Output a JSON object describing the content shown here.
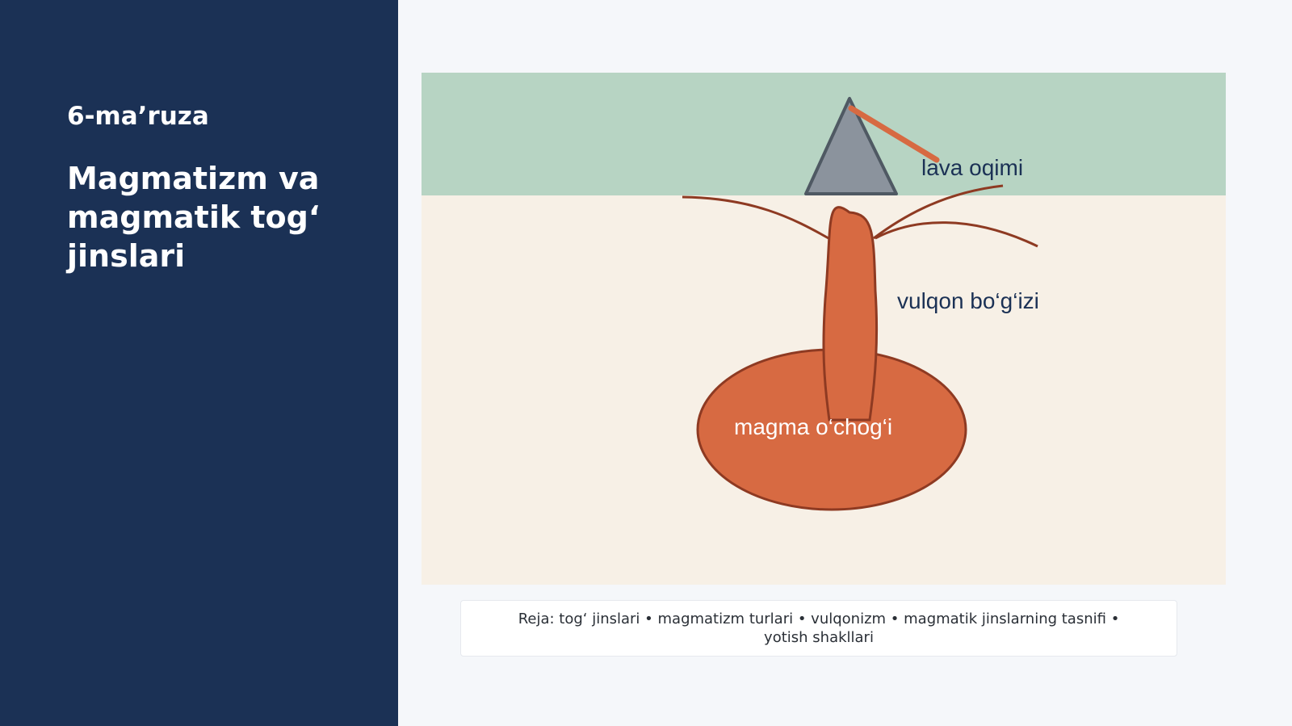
{
  "sidebar": {
    "lecture_number": "6-ma’ruza",
    "title": "Magmatizm va magmatik tog‘ jinslari"
  },
  "diagram": {
    "labels": {
      "lava_flow": "lava oqimi",
      "volcanic_conduit": "vulqon bo‘g‘izi",
      "magma_chamber": "magma o‘chog‘i"
    },
    "colors": {
      "sky": "#b7d4c3",
      "ground": "#f7f0e6",
      "magma": "#d76a42",
      "magma_outline": "#8e3a22",
      "volcano": "#8b939d",
      "volcano_outline": "#4f5963",
      "label_dark": "#1b3155",
      "label_light": "#ffffff"
    }
  },
  "caption": {
    "text": "Reja: tog‘ jinslari • magmatizm turlari • vulqonizm • magmatik jinslarning tasnifi • yotish shakllari"
  }
}
